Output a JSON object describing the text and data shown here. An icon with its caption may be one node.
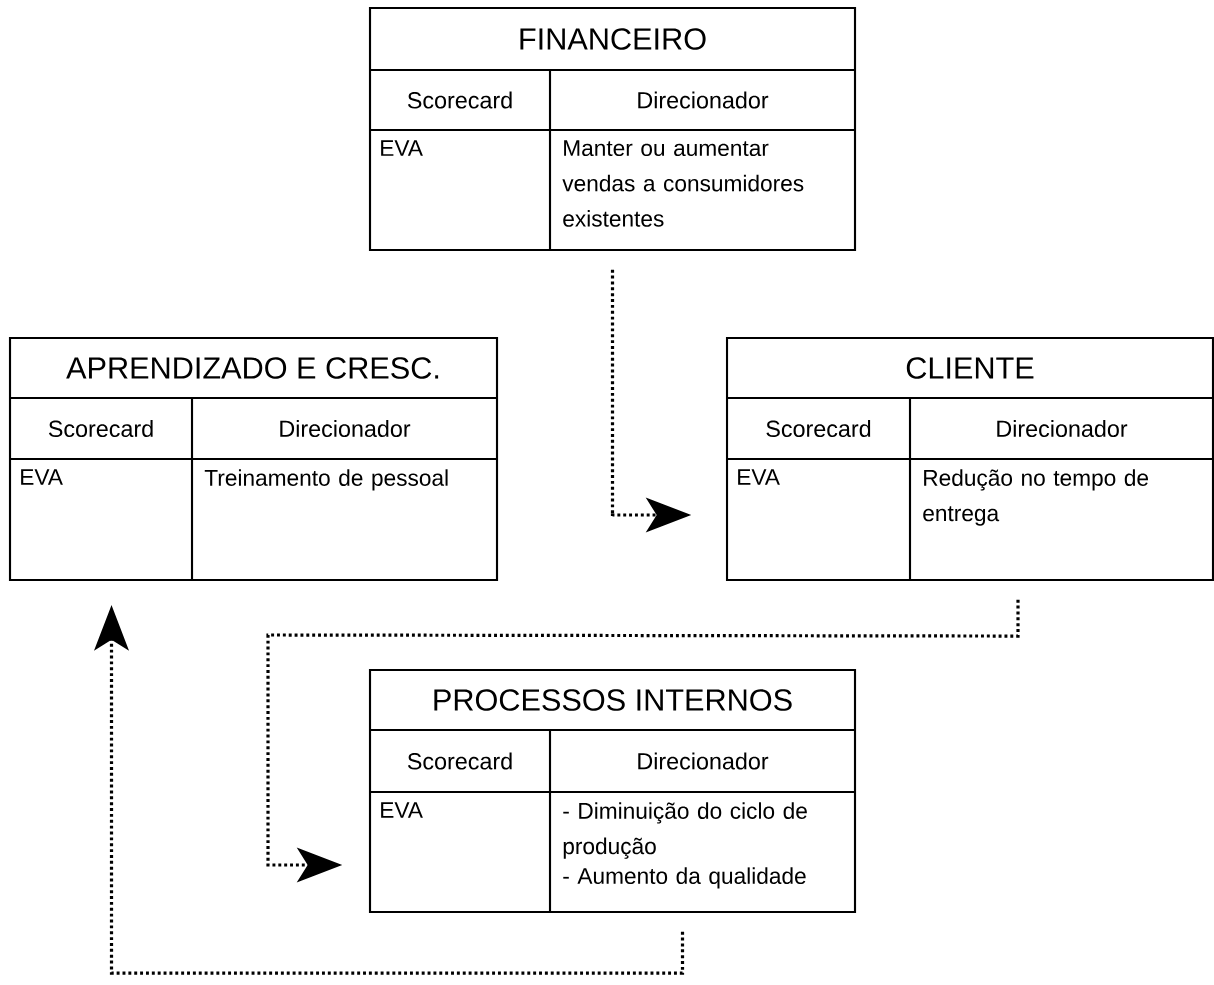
{
  "diagram": {
    "nodes": [
      {
        "text": [
          "FINANCEIRO",
          "Scorecard",
          "Direcionador",
          "EVA",
          "Manter ou aumentar vendas a consumidores existentes"
        ]
      },
      {
        "text": [
          "APRENDIZADO E CRESC.",
          "Scorecard",
          "Direcionador",
          "EVA",
          "Treinamento de pessoal"
        ]
      },
      {
        "text": [
          "CLIENTE",
          "Scorecard",
          "Direcionador",
          "EVA",
          "Redução no tempo de entrega"
        ]
      },
      {
        "text": [
          "PROCESSOS INTERNOS",
          "Scorecard",
          "Direcionador",
          "EVA",
          "- Diminuição do ciclo de produção",
          "- Aumento da qualidade"
        ]
      }
    ],
    "edges": [
      {
        "from": 0,
        "to": 2,
        "arrow": "to"
      },
      {
        "from": 2,
        "to": 3,
        "arrow": "to"
      },
      {
        "from": 3,
        "to": 1,
        "arrow": "to"
      }
    ]
  }
}
